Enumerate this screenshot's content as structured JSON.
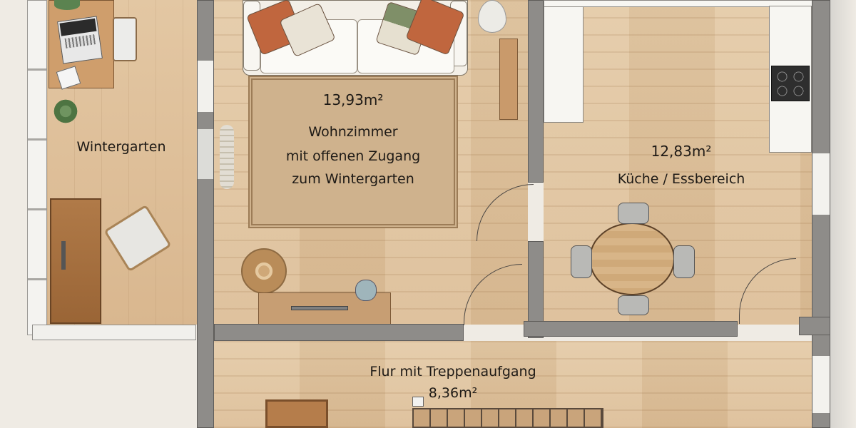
{
  "plan": {
    "rooms": [
      {
        "id": "wintergarten",
        "name": "Wintergarten",
        "area": ""
      },
      {
        "id": "wohnzimmer",
        "name_lines": [
          "Wohnzimmer",
          "mit offenen Zugang",
          "zum Wintergarten"
        ],
        "area": "13,93m²"
      },
      {
        "id": "kueche",
        "name": "Küche / Essbereich",
        "area": "12,83m²"
      },
      {
        "id": "flur",
        "name": "Flur mit Treppenaufgang",
        "area": "8,36m²"
      }
    ],
    "colors": {
      "floor_wood": "#dcbd96",
      "wall_gray": "#8e8c89",
      "paper_bg": "#efebe4",
      "rug": "#cfb28d",
      "sofa": "#f3efe7",
      "pillow_orange": "#c0663e",
      "pillow_green": "#7f8f68",
      "pillow_cream": "#e9e3d6",
      "cabinet_brown": "#a8703f",
      "cooktop": "#2e2e2e"
    }
  }
}
